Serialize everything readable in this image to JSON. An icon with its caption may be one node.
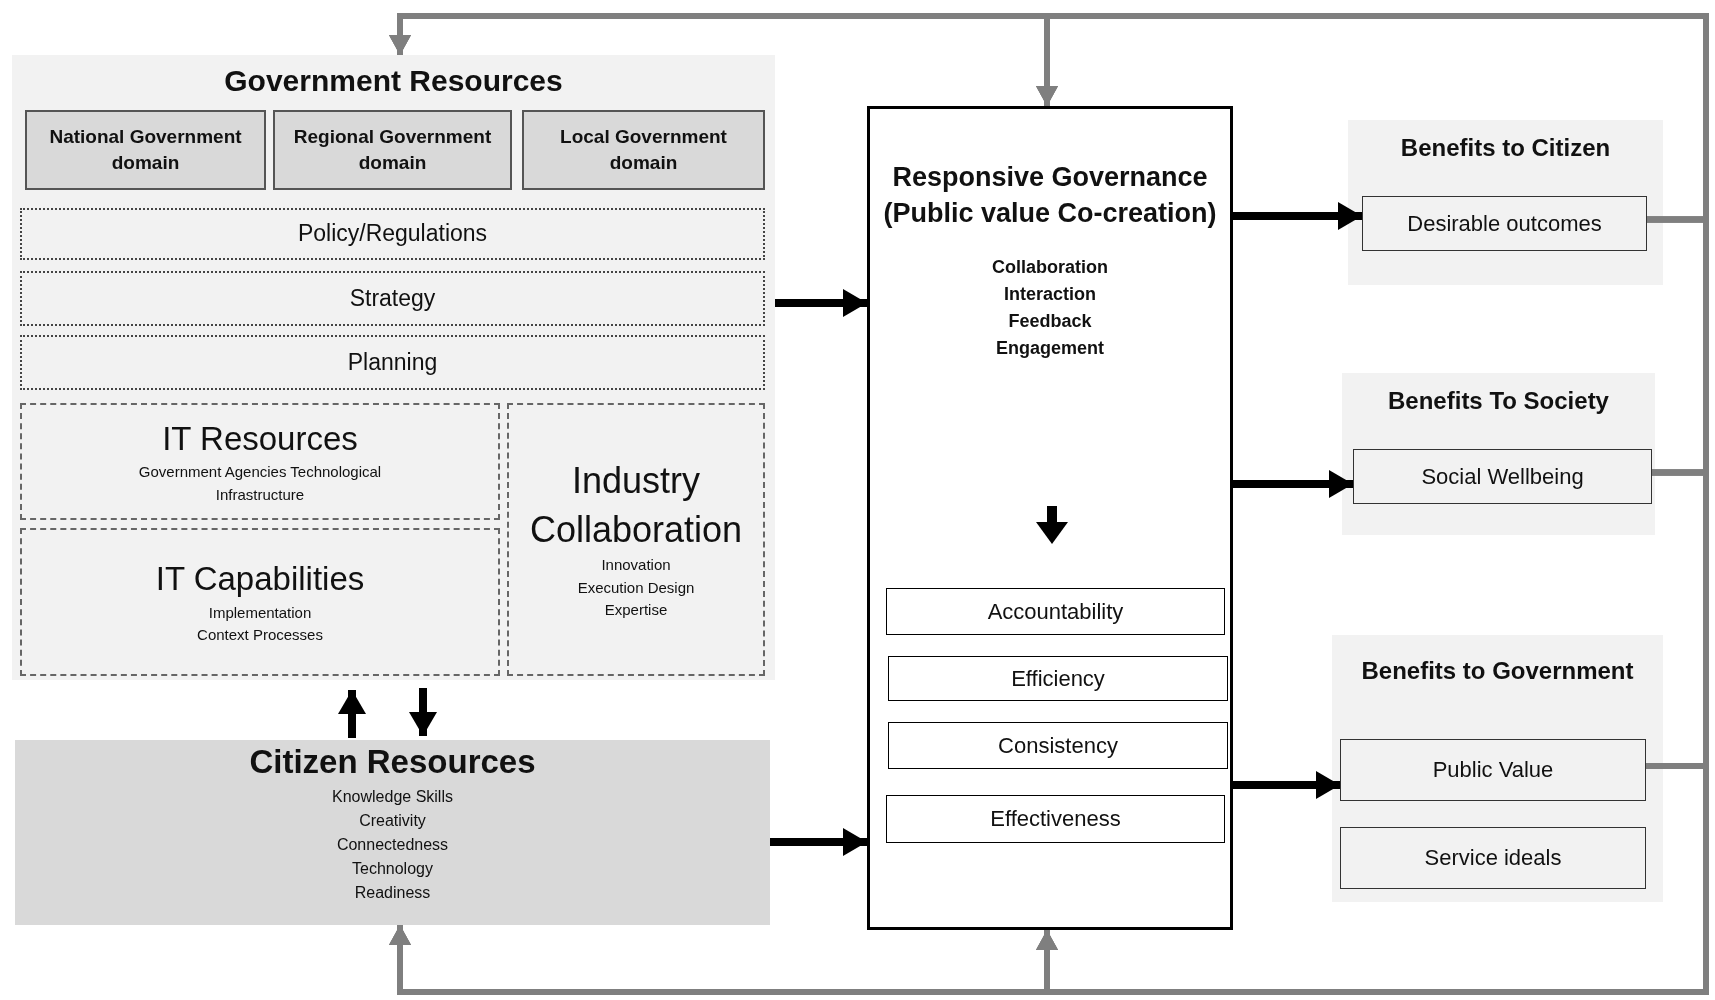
{
  "diagram": {
    "nodes": [
      {
        "text": [
          "Government Resources"
        ]
      },
      {
        "text": [
          "National Government domain"
        ],
        "in": 0
      },
      {
        "text": [
          "Regional Government domain"
        ],
        "in": 0
      },
      {
        "text": [
          "Local Government domain"
        ],
        "in": 0
      },
      {
        "text": [
          "Policy/Regulations"
        ],
        "in": 0
      },
      {
        "text": [
          "Strategy"
        ],
        "in": 0
      },
      {
        "text": [
          "Planning"
        ],
        "in": 0
      },
      {
        "text": [
          "IT Resources",
          "Government Agencies Technological Infrastructure"
        ],
        "in": 0
      },
      {
        "text": [
          "IT Capabilities",
          "Implementation Context Processes"
        ],
        "in": 0
      },
      {
        "text": [
          "Industry Collaboration",
          "Innovation Execution Design Expertise"
        ],
        "in": 0
      },
      {
        "text": [
          "Citizen Resources",
          "Knowledge Skills Creativity Connectedness Technology Readiness"
        ]
      },
      {
        "text": [
          "Responsive Governance (Public value Co-creation)",
          "Collaboration Interaction Feedback Engagement"
        ]
      },
      {
        "text": [
          "Accountability"
        ],
        "in": 11
      },
      {
        "text": [
          "Efficiency"
        ],
        "in": 11
      },
      {
        "text": [
          "Consistency"
        ],
        "in": 11
      },
      {
        "text": [
          "Effectiveness"
        ],
        "in": 11
      },
      {
        "text": [
          "Benefits to Citizen"
        ]
      },
      {
        "text": [
          "Desirable outcomes"
        ],
        "in": 16
      },
      {
        "text": [
          "Benefits To Society"
        ]
      },
      {
        "text": [
          "Social Wellbeing"
        ],
        "in": 18
      },
      {
        "text": [
          "Benefits to Government"
        ]
      },
      {
        "text": [
          "Public Value"
        ],
        "in": 20
      },
      {
        "text": [
          "Service ideals"
        ],
        "in": 20
      }
    ],
    "edges": [
      {
        "from": 0,
        "to": 11,
        "arrow": "to",
        "color": "#000000"
      },
      {
        "from": 10,
        "to": 11,
        "arrow": "to",
        "color": "#000000"
      },
      {
        "from": 10,
        "to": 0,
        "arrow": "to",
        "color": "#000000"
      },
      {
        "from": 0,
        "to": 10,
        "arrow": "to",
        "color": "#000000"
      },
      {
        "from": 11,
        "to": 17,
        "arrow": "to",
        "color": "#000000"
      },
      {
        "from": 11,
        "to": 19,
        "arrow": "to",
        "color": "#000000"
      },
      {
        "from": 11,
        "to": 21,
        "arrow": "to",
        "color": "#000000"
      },
      {
        "from": 17,
        "to": 0,
        "arrow": "to"
      },
      {
        "from": 17,
        "to": 11,
        "arrow": "to"
      },
      {
        "from": 17,
        "to": 10,
        "arrow": "to"
      },
      {
        "from": 17,
        "to": 11,
        "arrow": "to"
      },
      {
        "from": 19,
        "to": 0,
        "arrow": "to"
      },
      {
        "from": 19,
        "to": 11,
        "arrow": "to"
      },
      {
        "from": 19,
        "to": 10,
        "arrow": "to"
      },
      {
        "from": 19,
        "to": 11,
        "arrow": "to"
      },
      {
        "from": 21,
        "to": 0,
        "arrow": "to"
      },
      {
        "from": 21,
        "to": 11,
        "arrow": "to"
      },
      {
        "from": 21,
        "to": 10,
        "arrow": "to"
      },
      {
        "from": 21,
        "to": 11,
        "arrow": "to"
      }
    ]
  }
}
